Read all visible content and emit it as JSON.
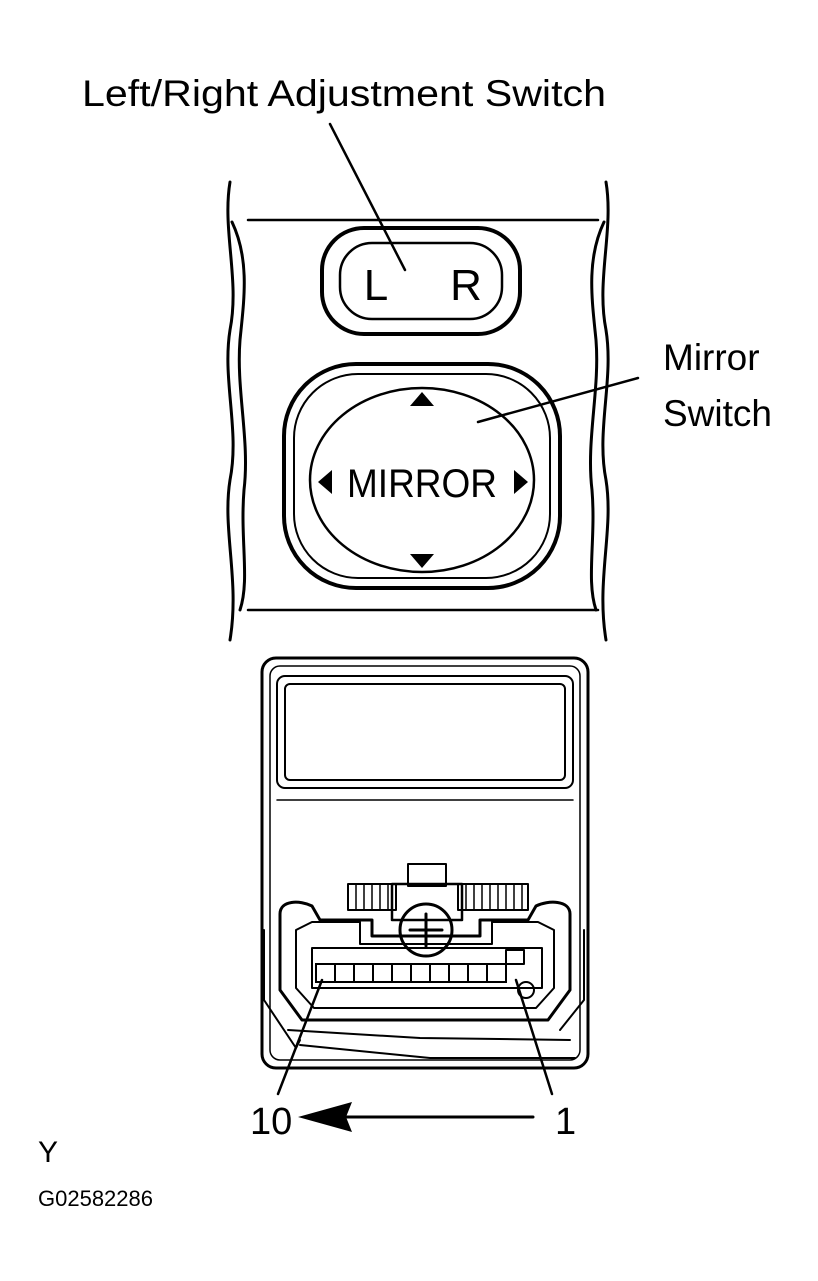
{
  "labels": {
    "lr_switch": "Left/Right Adjustment Switch",
    "mirror_switch_line1": "Mirror",
    "mirror_switch_line2": "Switch",
    "button_left": "L",
    "button_right": "R",
    "mirror_button": "MIRROR",
    "pin_first": "1",
    "pin_last": "10",
    "corner_letter": "Y",
    "figure_code": "G02582286"
  },
  "connector": {
    "pin_count": 10
  },
  "colors": {
    "ink": "#000000",
    "paper": "#ffffff"
  }
}
